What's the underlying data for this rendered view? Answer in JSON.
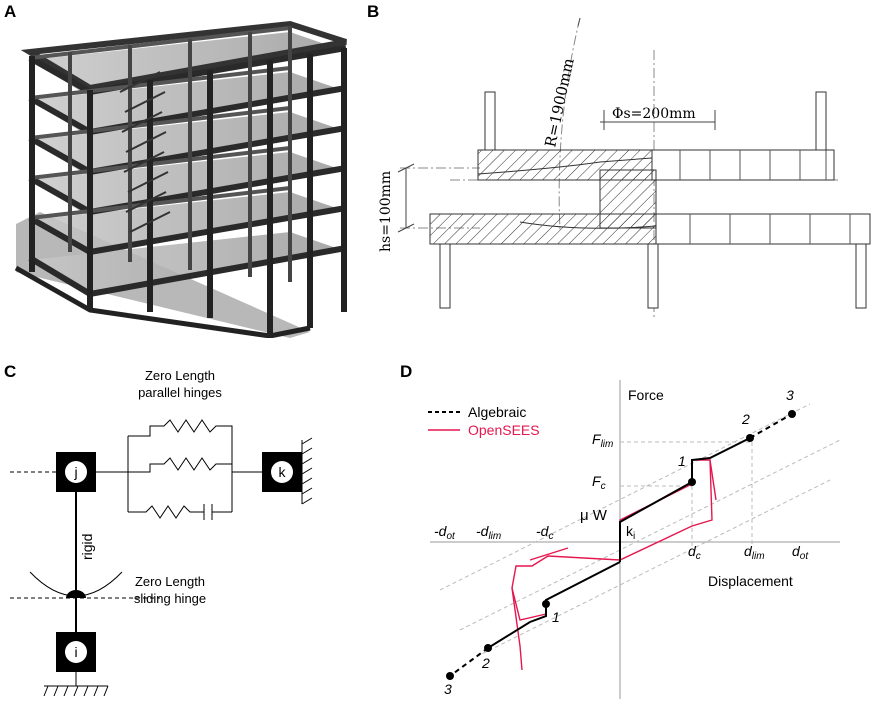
{
  "panels": {
    "a": {
      "label": "A"
    },
    "b": {
      "label": "B",
      "radius": "R=1900mm",
      "diameter": "Φs=200mm",
      "height": "hs=100mm"
    },
    "c": {
      "label": "C",
      "parallel_title_1": "Zero Length",
      "parallel_title_2": "parallel hinges",
      "sliding_title_1": "Zero Length",
      "sliding_title_2": "sliding hinge",
      "node_j": "j",
      "node_k": "k",
      "node_i": "i",
      "rigid": "rigid"
    },
    "d": {
      "label": "D",
      "legend": [
        {
          "name": "Algebraic",
          "color": "#000000",
          "dash": true
        },
        {
          "name": "OpenSEES",
          "color": "#e5174f",
          "dash": false
        }
      ],
      "axis_y": "Force",
      "axis_x": "Displacement",
      "tick_neg": [
        "-d",
        "-d",
        "-d"
      ],
      "tick_neg_sub": [
        "ot",
        "lim",
        "c"
      ],
      "tick_pos": [
        "d",
        "d",
        "d"
      ],
      "tick_pos_sub": [
        "c",
        "lim",
        "ot"
      ],
      "f_lim": "F",
      "f_lim_sub": "lim",
      "f_c": "F",
      "f_c_sub": "c",
      "mu_w": "μ W",
      "k_i": "k",
      "k_i_sub": "i",
      "point_labels": [
        "1",
        "2",
        "3",
        "1",
        "2",
        "3"
      ]
    }
  }
}
